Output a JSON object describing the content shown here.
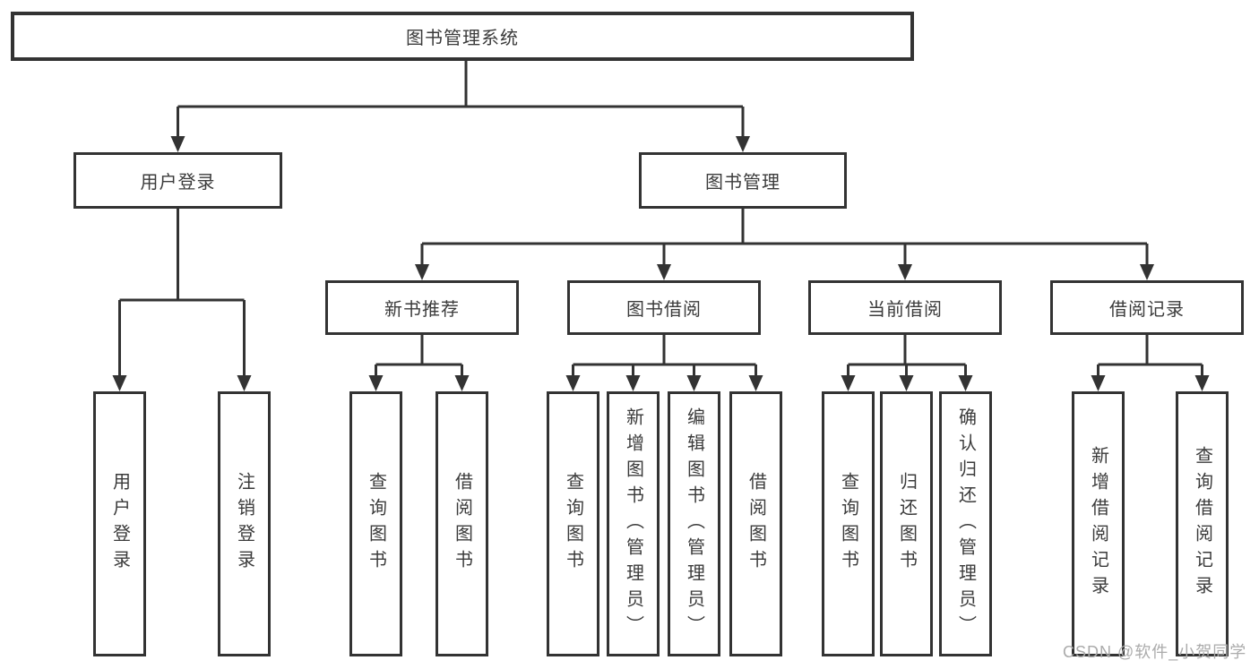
{
  "root": {
    "label": "图书管理系统"
  },
  "level2": [
    {
      "label": "用户登录"
    },
    {
      "label": "图书管理"
    }
  ],
  "level3": [
    {
      "label": "新书推荐"
    },
    {
      "label": "图书借阅"
    },
    {
      "label": "当前借阅"
    },
    {
      "label": "借阅记录"
    }
  ],
  "leaves": {
    "login": [
      "用户登录",
      "注销登录"
    ],
    "recommend": [
      "查询图书",
      "借阅图书"
    ],
    "borrow": [
      "查询图书",
      "新增图书（管理员）",
      "编辑图书（管理员）",
      "借阅图书"
    ],
    "current": [
      "查询图书",
      "归还图书",
      "确认归还（管理员）"
    ],
    "records": [
      "新增借阅记录",
      "查询借阅记录"
    ]
  },
  "watermark": "CSDN @软件_小贺同学",
  "colors": {
    "line": "#333333",
    "text": "#3b3b3b",
    "background": "#ffffff",
    "watermark": "#ababab"
  }
}
